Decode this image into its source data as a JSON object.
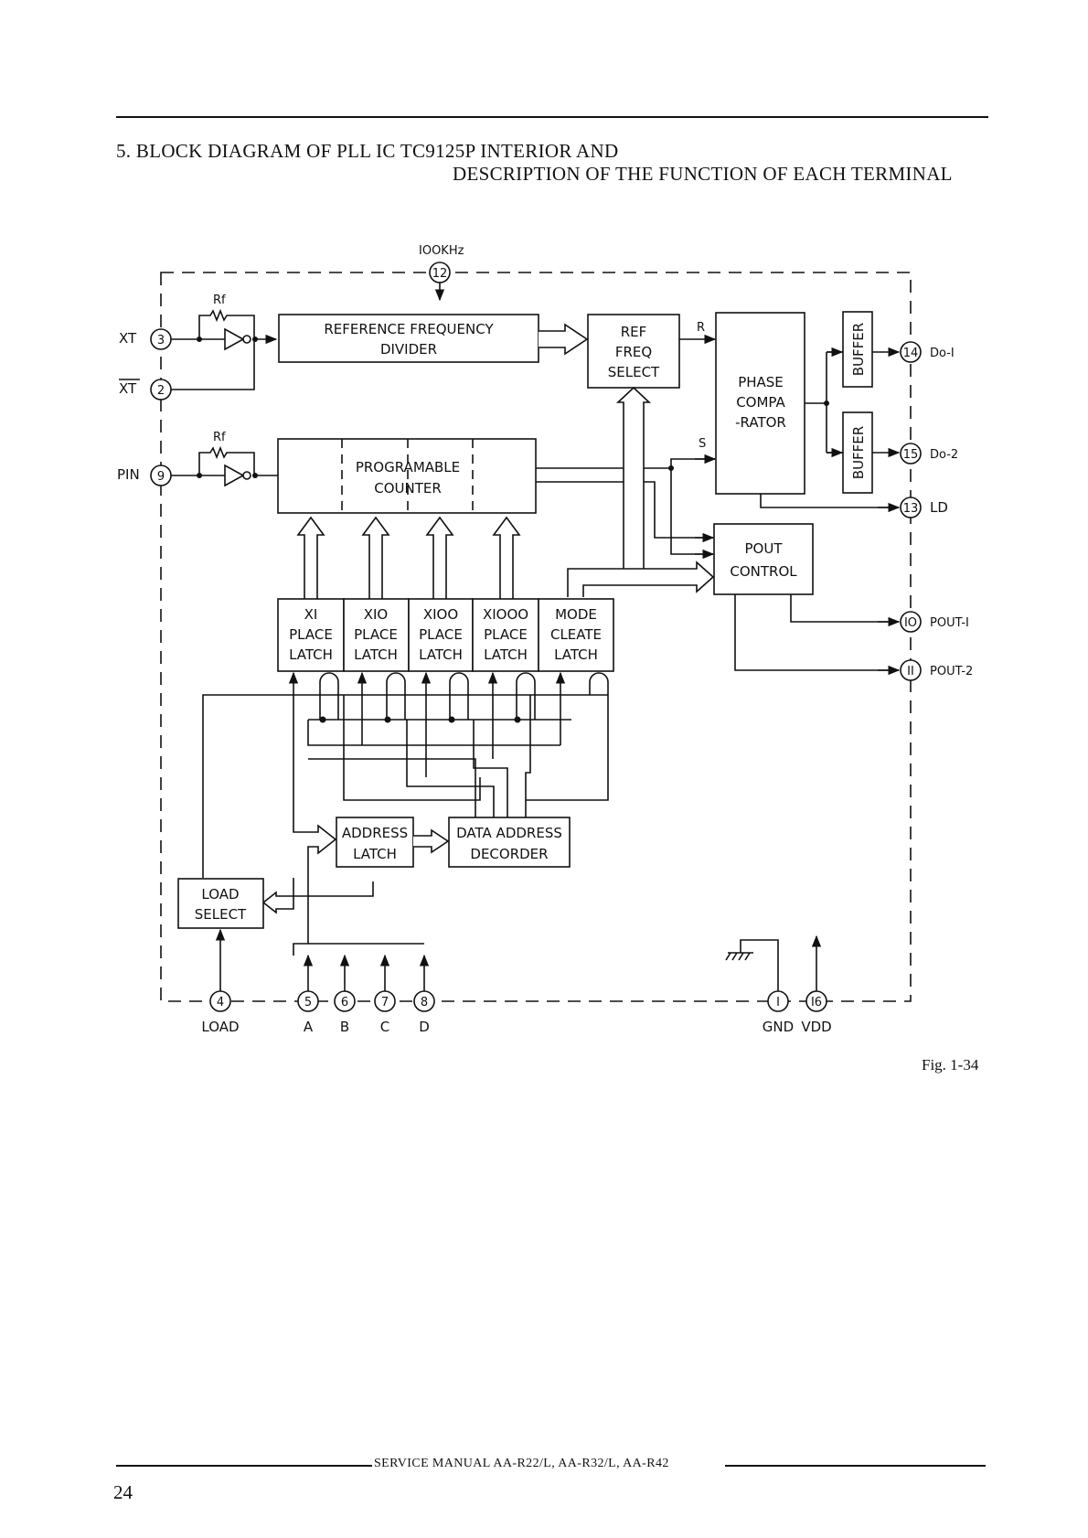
{
  "heading": {
    "line1": "5. BLOCK DIAGRAM OF PLL IC TC9125P INTERIOR AND",
    "line2": "DESCRIPTION OF THE FUNCTION OF EACH TERMINAL"
  },
  "diagram": {
    "freq_label": "IOOKHz",
    "rf_label": "Rf",
    "blocks": {
      "ref_divider": [
        "REFERENCE FREQUENCY",
        "DIVIDER"
      ],
      "ref_select": [
        "REF",
        "FREQ",
        "SELECT"
      ],
      "phase_comparator": [
        "PHASE",
        "COMPA",
        "-RATOR"
      ],
      "buffer": "BUFFER",
      "counter": [
        "PROGRAMABLE",
        "COUNTER"
      ],
      "pout_control": [
        "POUT",
        "CONTROL"
      ],
      "latches": [
        [
          "XI",
          "PLACE",
          "LATCH"
        ],
        [
          "XIO",
          "PLACE",
          "LATCH"
        ],
        [
          "XIOO",
          "PLACE",
          "LATCH"
        ],
        [
          "XIOOO",
          "PLACE",
          "LATCH"
        ],
        [
          "MODE",
          "CLEATE",
          "LATCH"
        ]
      ],
      "address_latch": [
        "ADDRESS",
        "LATCH"
      ],
      "decoder": [
        "DATA ADDRESS",
        "DECORDER"
      ],
      "load_select": [
        "LOAD",
        "SELECT"
      ]
    },
    "signal_r": "R",
    "signal_s": "S",
    "pins": {
      "xt": {
        "num": "3",
        "label": "XT"
      },
      "xt_bar": {
        "num": "2",
        "label": "XT"
      },
      "pin": {
        "num": "9",
        "label": "PIN"
      },
      "p12": {
        "num": "12"
      },
      "p14": {
        "num": "14",
        "label": "Do-I"
      },
      "p15": {
        "num": "15",
        "label": "Do-2"
      },
      "p13": {
        "num": "13",
        "label": "LD"
      },
      "p10": {
        "num": "IO",
        "label": "POUT-I"
      },
      "p11": {
        "num": "II",
        "label": "POUT-2"
      },
      "p4": {
        "num": "4",
        "label": "LOAD"
      },
      "p5": {
        "num": "5",
        "label": "A"
      },
      "p6": {
        "num": "6",
        "label": "B"
      },
      "p7": {
        "num": "7",
        "label": "C"
      },
      "p8": {
        "num": "8",
        "label": "D"
      },
      "p1": {
        "num": "I",
        "label": "GND"
      },
      "p16": {
        "num": "I6",
        "label": "VDD"
      }
    }
  },
  "fig_label": "Fig. 1-34",
  "footer": {
    "text": "SERVICE MANUAL  AA-R22/L, AA-R32/L, AA-R42",
    "page": "24"
  }
}
